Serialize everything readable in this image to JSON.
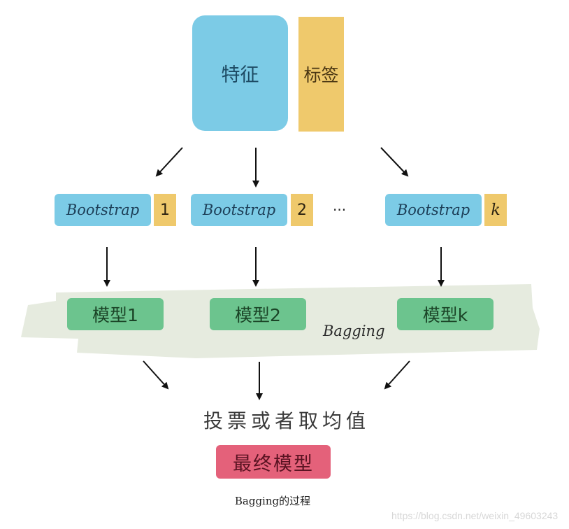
{
  "dataset": {
    "features_label": "特征",
    "labels_label": "标签"
  },
  "bootstraps": [
    {
      "text": "Bootstrap",
      "index": "1"
    },
    {
      "text": "Bootstrap",
      "index": "2"
    },
    {
      "text": "Bootstrap",
      "index": "k"
    }
  ],
  "ellipsis": "···",
  "models": [
    {
      "label": "模型1"
    },
    {
      "label": "模型2"
    },
    {
      "label": "模型k"
    }
  ],
  "bagging_label": "Bagging",
  "aggregation_label": "投票或者取均值",
  "final_model_label": "最终模型",
  "caption": "Bagging的过程",
  "watermark": "https://blog.csdn.net/weixin_49603243",
  "colors": {
    "features": "#7ccbe6",
    "labels": "#efc96c",
    "model": "#6cc48e",
    "final_model": "#e4617a",
    "band": "#e6ebdf"
  }
}
